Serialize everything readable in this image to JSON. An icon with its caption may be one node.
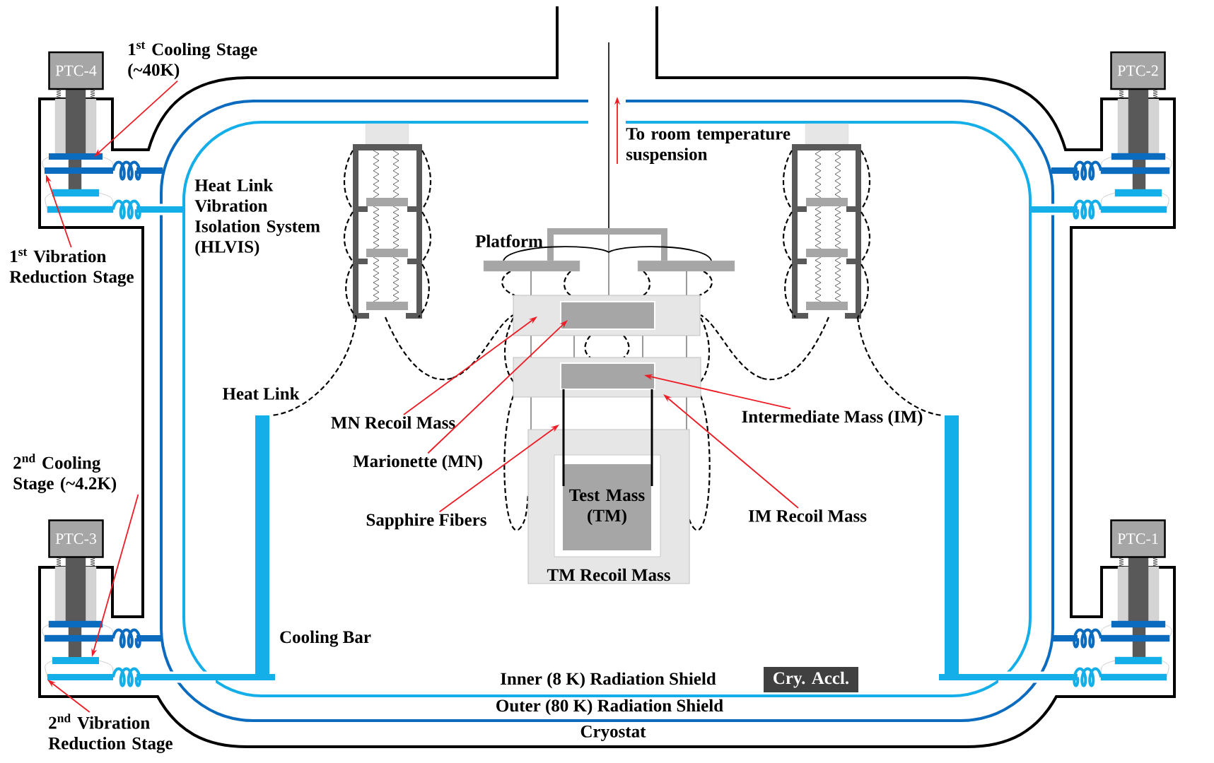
{
  "diagram": {
    "nodes": [
      {
        "text": [
          "PTC-4"
        ]
      },
      {
        "text": [
          "1$^{st}$ Cooling Stage (~40K)"
        ]
      },
      {
        "text": [
          "PTC-2"
        ]
      },
      {
        "text": [
          "1$^{st}$ Vibration Reduction Stage"
        ]
      },
      {
        "text": [],
        "shape": "box"
      },
      {
        "text": [],
        "shape": "box",
        "in": 4
      },
      {
        "text": [],
        "shape": "box"
      },
      {
        "text": [],
        "shape": "box",
        "in": 6
      },
      {
        "text": [
          "TM Recoil Mass"
        ]
      },
      {
        "text": [
          "Test Mass (TM)"
        ],
        "in": 8
      },
      {
        "text": [
          "MN Recoil Mass"
        ]
      },
      {
        "text": [
          "Marionette (MN)"
        ]
      },
      {
        "text": [
          "Intermediate Mass (IM)"
        ]
      },
      {
        "text": [
          "2$^{nd}$ Cooling Stage (~4.2K)"
        ]
      },
      {
        "text": [
          "Sapphire Fibers"
        ]
      },
      {
        "text": [
          "IM Recoil Mass"
        ]
      },
      {
        "text": [
          "PTC-3"
        ]
      },
      {
        "text": [
          "PTC-1"
        ]
      },
      {
        "text": [
          "Cry. Accl."
        ]
      },
      {
        "text": [
          "2$^{nd}$ Vibration Reduction Stage"
        ]
      },
      {
        "text": [],
        "shape": "bar"
      },
      {
        "text": [],
        "shape": "bar"
      },
      {
        "text": [],
        "shape": "bar"
      },
      {
        "text": [],
        "shape": "bar"
      },
      {
        "text": [],
        "shape": "bar"
      },
      {
        "text": [],
        "shape": "bar"
      }
    ],
    "edges": [
      {
        "from": 1,
        "to": 20,
        "arrow": "to"
      },
      {
        "from": 3,
        "to": 21,
        "arrow": "to"
      },
      {
        "from": 10,
        "to": 4,
        "arrow": "to"
      },
      {
        "from": 11,
        "to": 5,
        "arrow": "to"
      },
      {
        "from": 12,
        "to": 7,
        "arrow": "to"
      },
      {
        "from": 15,
        "to": 6,
        "arrow": "to"
      },
      {
        "from": 14,
        "to": 24,
        "arrow": "to"
      },
      {
        "from": 13,
        "to": 22,
        "arrow": "to"
      },
      {
        "from": 19,
        "to": 23,
        "arrow": "to"
      }
    ],
    "labels": [
      "Heat Link Vibration Isolation System (HLVIS)",
      "To room temperature suspension",
      "Platform",
      "Heat Link",
      "Cooling Bar",
      "Inner (8 K) Radiation Shield",
      "Outer (80 K) Radiation Shield",
      "Cryostat"
    ]
  }
}
